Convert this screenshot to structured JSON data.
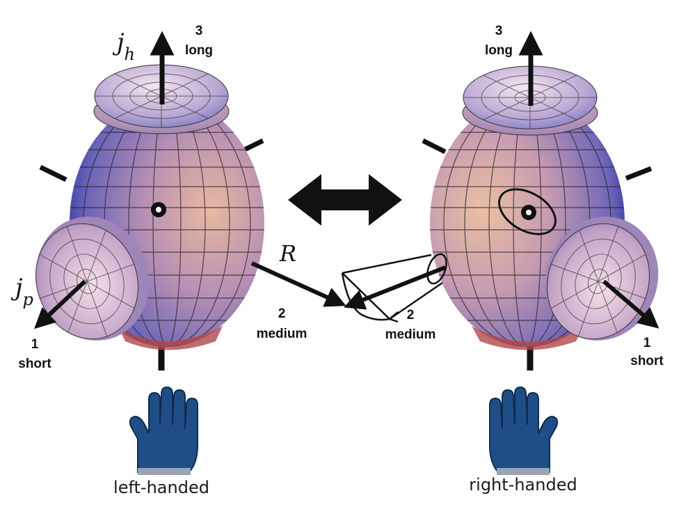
{
  "left": {
    "axis_h_symbol": "j",
    "axis_h_sub": "h",
    "axis3_number": "3",
    "axis3_word": "long",
    "axis_p_symbol": "j",
    "axis_p_sub": "p",
    "axis1_number": "1",
    "axis1_word": "short",
    "rotation_symbol": "R",
    "axis2_number": "2",
    "axis2_word": "medium",
    "caption": "left-handed"
  },
  "right": {
    "axis3_number": "3",
    "axis3_word": "long",
    "axis2_number": "2",
    "axis2_word": "medium",
    "axis1_number": "1",
    "axis1_word": "short",
    "caption": "right-handed"
  },
  "colors": {
    "body_light": "#e8b59a",
    "body_mid": "#b98fb0",
    "body_dark": "#6b63b8",
    "body_edge": "#3a3fa6",
    "cap_light": "#f3e0ea",
    "glove": "#1f4e87",
    "arrow": "#111111"
  },
  "icons": {
    "left_glove": "left-glove-icon",
    "right_glove": "right-glove-icon",
    "swap": "double-arrow-icon"
  }
}
